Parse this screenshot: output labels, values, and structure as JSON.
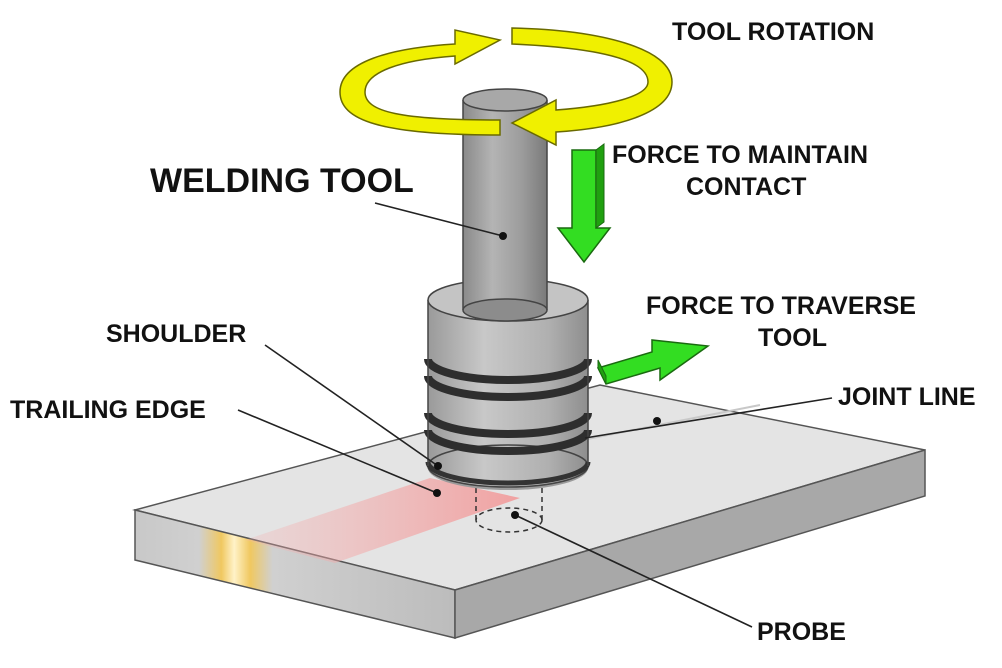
{
  "labels": {
    "tool_rotation": "TOOL ROTATION",
    "force_contact_line1": "FORCE TO MAINTAIN",
    "force_contact_line2": "CONTACT",
    "welding_tool": "WELDING TOOL",
    "force_traverse_line1": "FORCE TO TRAVERSE",
    "force_traverse_line2": "TOOL",
    "shoulder": "SHOULDER",
    "trailing_edge": "TRAILING EDGE",
    "joint_line": "JOINT LINE",
    "probe": "PROBE"
  },
  "colors": {
    "rotation_arrow": "#f0f000",
    "force_arrow": "#33dd22",
    "tool_gray": "#9a9a9a",
    "plate_top": "#e6e6e6",
    "trailing_heat": "#f4b0b0",
    "weld_glow": "#f3d27a"
  }
}
